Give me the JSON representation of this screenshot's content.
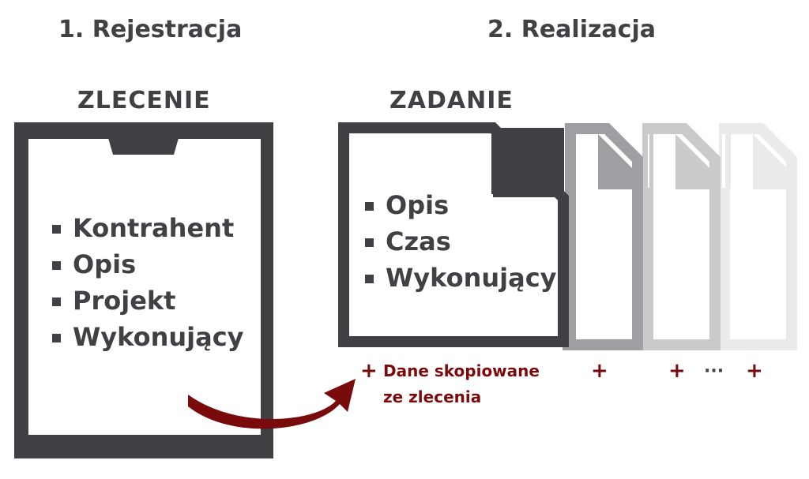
{
  "sections": {
    "registration": "1. Rejestracja",
    "realization": "2. Realizacja"
  },
  "zlecenie": {
    "title": "ZLECENIE",
    "items": [
      "Kontrahent",
      "Opis",
      "Projekt",
      "Wykonujący"
    ]
  },
  "zadanie": {
    "title": "ZADANIE",
    "items": [
      "Opis",
      "Czas",
      "Wykonujący"
    ]
  },
  "footer": {
    "plus": "+",
    "note_line1": "Dane skopiowane",
    "note_line2": "ze zlecenia",
    "ellipsis": "···"
  },
  "colors": {
    "dark": "#414045",
    "accent": "#7a0b0c",
    "copy1": "#9d9fa3",
    "copy2": "#c9cacc",
    "copy3": "#e9eaeb"
  }
}
